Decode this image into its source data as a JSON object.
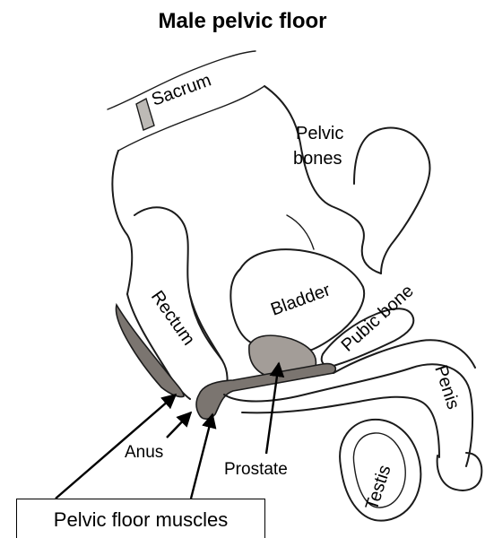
{
  "title": "Male pelvic floor",
  "labels": {
    "sacrum": "Sacrum",
    "pelvic_bones_line1": "Pelvic",
    "pelvic_bones_line2": "bones",
    "rectum": "Rectum",
    "bladder": "Bladder",
    "pubic_bone": "Pubic bone",
    "penis": "Penis",
    "anus": "Anus",
    "prostate": "Prostate",
    "testis": "Testis"
  },
  "legend": {
    "pelvic_floor_muscles": "Pelvic floor muscles"
  },
  "colors": {
    "muscle": "#7b7570",
    "prostate": "#a39d98",
    "outline": "#1b1b1b"
  }
}
